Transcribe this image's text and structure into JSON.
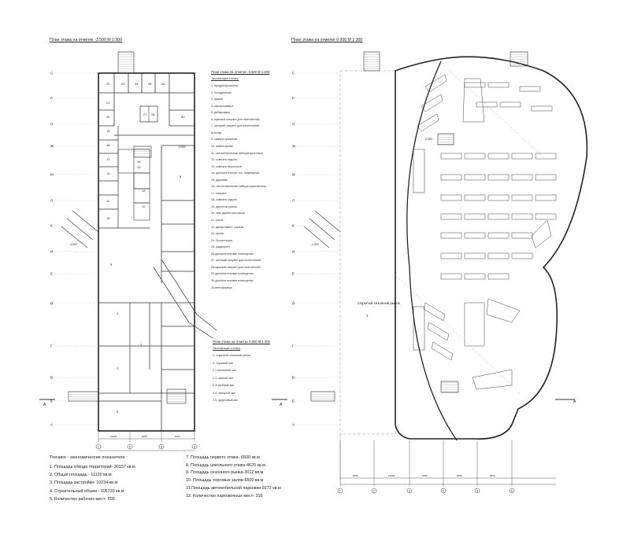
{
  "plans": {
    "basement_title": "План этажа на отметке -3.500 М 1:300",
    "ground_title": "План этажа на отметке 0.000 М 1:300"
  },
  "legend_basement": {
    "title": "План этажа на отметке -3.500 М 1:300",
    "subtitle": "Экспликация к плану",
    "items": [
      "1- предразгрузочная",
      "2- холодильник",
      "3- фрион",
      "4- мусорокамера",
      "5- дебаркадер",
      "6- мужской санузел для посетителей",
      "7- женский санузел для посетителей",
      "8-склад",
      "9- камера хранения",
      "10- инвентарная",
      "11- сан.контрольная лаборатория мяса",
      "12- комната отдыха",
      "13- комната персонала",
      "14- дополнительное хоз. помещения",
      "15- душевая",
      "16- сан.контрольная лаборатория молока",
      "17- санузел",
      "18- комната отдыха",
      "19- директор рынка",
      "20- зам. директора рынка",
      "21- касса",
      "22- департамент охраны",
      "23- архив",
      "24- бухгалтерия",
      "25- радиоузел",
      "26-дополнительные помещения",
      "27- женский санузел для посетителей",
      "28-мужской санузел для посетителей",
      "29-дополнительные помещения",
      "30-дополнительные помещения",
      "31-вентикамера"
    ]
  },
  "legend_ground": {
    "title": "План этажа на отметке 0.000 М 1:300",
    "subtitle": "Экспликация к плану",
    "items": [
      "1- открытый сезонный рынок",
      "2- торговый зал",
      "2.1-молочный зал",
      "2.2- мясной зал",
      "2.3- рыбный зал",
      "2.4- овощной зал",
      "2.5- фруктовый зал"
    ]
  },
  "tep": {
    "title": "Технико - экономические показатели :",
    "left": [
      "1. Площадь отвода территорий- 30157 кв.м",
      "2. Общая площадь - 11120 кв.м",
      "3. Площадь застройки- 10234 кв.м",
      "4. Строительный объем - 105720 кв.м",
      "5. Количество рабочих мест- 500"
    ],
    "right": [
      "7. Площадь первого этажа- 6500 кв.м",
      "8. Площадь цокольного этажа-4620 кв.м",
      "9. Площадь сезонного рынка-3012 кв.м",
      "10. Площадь торговых залов-6500 кв.м",
      "11.Площадь автомобильной парковки-9272 кв.м",
      "12. Количество парковочных мест- 316"
    ]
  },
  "axes": {
    "rows": [
      "С",
      "Р",
      "П",
      "Ж",
      "М",
      "Л",
      "К",
      "И",
      "Е",
      "Д",
      "Г",
      "В",
      "Б",
      "А"
    ],
    "cols_left": [
      "1",
      "2",
      "3",
      "4"
    ],
    "cols_right": [
      "1",
      "2",
      "3",
      "4",
      "5",
      "6"
    ]
  },
  "labels": {
    "open_market": "открытый сезонный рынок",
    "section": "А",
    "elev_m35": "-3.500",
    "elev_0": "0.000",
    "elev_25": "2.500",
    "elev_m05": "-0.500",
    "room_1": "1",
    "room_2": "2",
    "room_3": "3",
    "dims_left": [
      "12000",
      "6000",
      "6000"
    ],
    "dims_right": [
      "6000",
      "12000",
      "6000",
      "6000",
      "6000"
    ],
    "rooms_left": [
      "22",
      "23",
      "24",
      "25",
      "26",
      "21",
      "20",
      "27",
      "28",
      "19",
      "18",
      "30",
      "17",
      "16",
      "14",
      "15",
      "13",
      "12",
      "11",
      "10",
      "9",
      "8"
    ]
  }
}
